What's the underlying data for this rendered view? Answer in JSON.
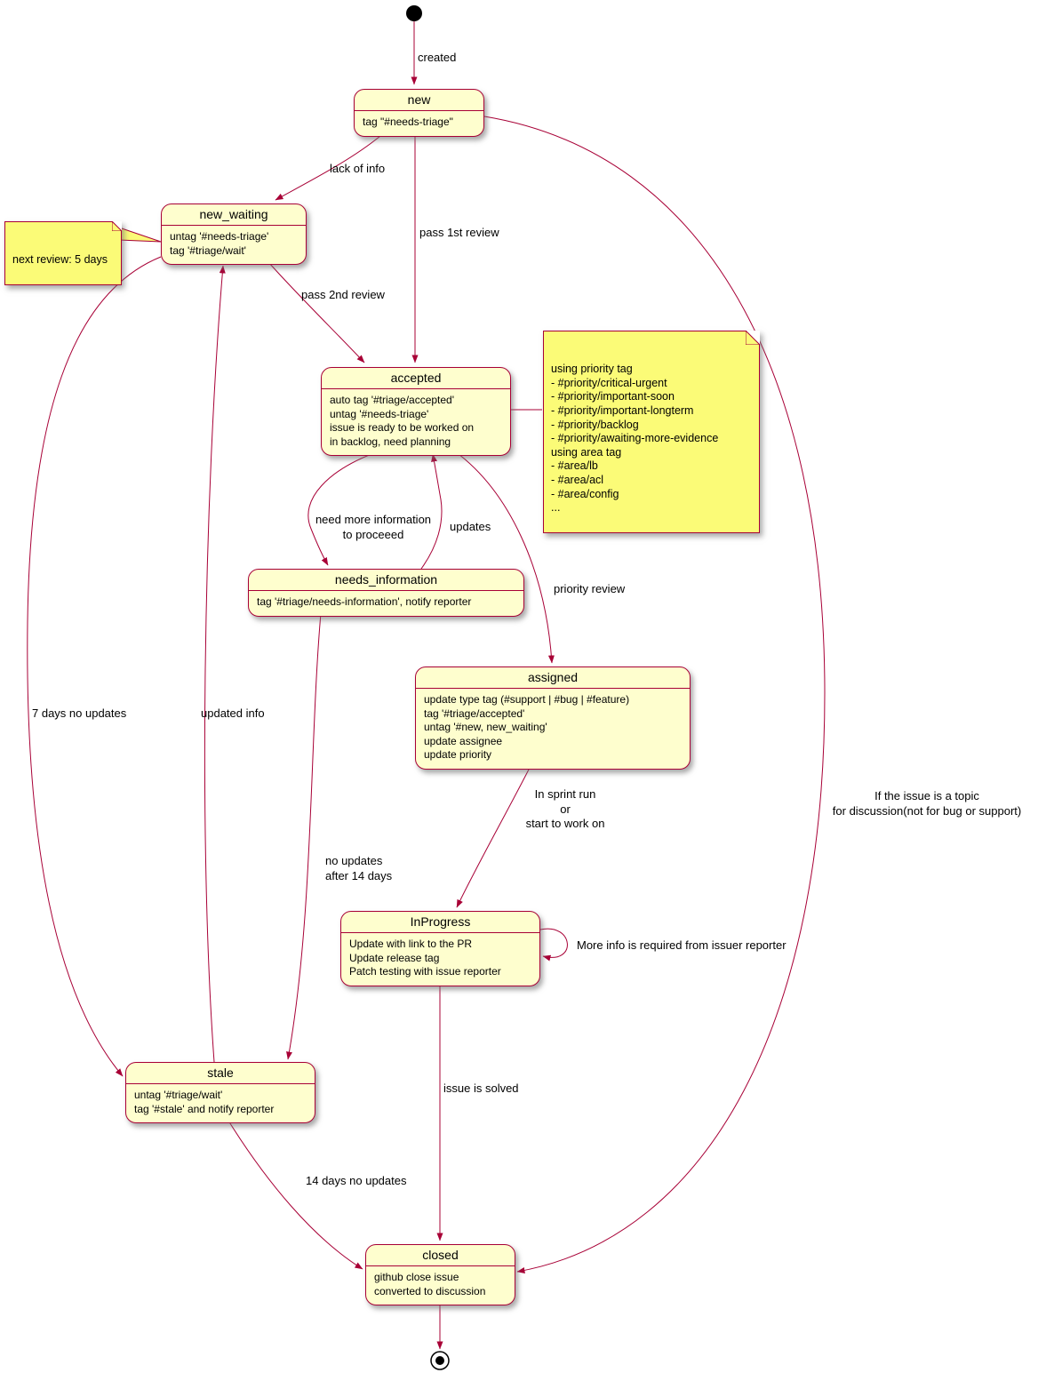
{
  "colors": {
    "state_fill": "#FEFECE",
    "state_border": "#A80036",
    "note_fill": "#FBFB77",
    "arrow": "#A80036"
  },
  "states": {
    "new": {
      "title": "new",
      "lines": [
        "tag \"#needs-triage\""
      ]
    },
    "new_waiting": {
      "title": "new_waiting",
      "lines": [
        "untag '#needs-triage'",
        "tag '#triage/wait'"
      ]
    },
    "accepted": {
      "title": "accepted",
      "lines": [
        "auto tag '#triage/accepted'",
        "untag '#needs-triage'",
        "issue is ready to be worked on",
        "in backlog, need planning"
      ]
    },
    "needs_information": {
      "title": "needs_information",
      "lines": [
        "tag '#triage/needs-information', notify reporter"
      ]
    },
    "assigned": {
      "title": "assigned",
      "lines": [
        "update type tag (#support | #bug | #feature)",
        "tag '#triage/accepted'",
        "untag '#new, new_waiting'",
        "update assignee",
        "update priority"
      ]
    },
    "inprogress": {
      "title": "InProgress",
      "lines": [
        "Update with link to the PR",
        "Update release tag",
        "Patch testing with issue reporter"
      ]
    },
    "stale": {
      "title": "stale",
      "lines": [
        "untag '#triage/wait'",
        "tag '#stale' and notify reporter"
      ]
    },
    "closed": {
      "title": "closed",
      "lines": [
        "github close issue",
        "converted to discussion"
      ]
    }
  },
  "notes": {
    "next_review": {
      "lines": [
        "next review: 5 days"
      ]
    },
    "priority": {
      "lines": [
        "using priority tag",
        "- #priority/critical-urgent",
        "- #priority/important-soon",
        "- #priority/important-longterm",
        "- #priority/backlog",
        "- #priority/awaiting-more-evidence",
        "using area tag",
        "- #area/lb",
        "- #area/acl",
        "- #area/config",
        "..."
      ]
    }
  },
  "edges": {
    "created": "created",
    "lack_of_info": "lack of info",
    "pass_1st_review": "pass 1st review",
    "pass_2nd_review": "pass 2nd review",
    "need_more_information": "need more information\nto proceeed",
    "updates": "updates",
    "priority_review": "priority review",
    "in_sprint": "In sprint run\nor\nstart to work on",
    "more_info_required": "More info is required from issuer reporter",
    "issue_solved": "issue is solved",
    "seven_days_no_updates": "7 days no updates",
    "updated_info": "updated info",
    "no_updates_14_days": "no updates\nafter 14 days",
    "fourteen_days_no_updates": "14 days no updates",
    "topic_discussion": "If the issue is a topic\nfor discussion(not for bug or support)"
  }
}
